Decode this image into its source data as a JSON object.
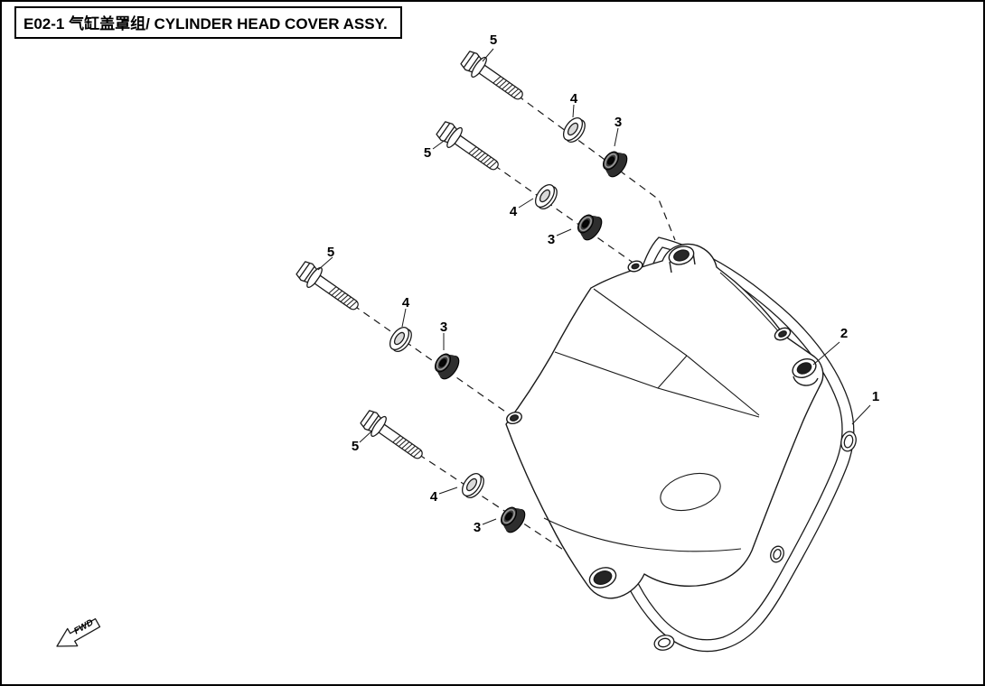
{
  "title": "E02-1 气缸盖罩组/ CYLINDER HEAD COVER ASSY.",
  "fwd_label": "FWD",
  "callouts": {
    "gasket": "1",
    "cover": "2",
    "nut": "3",
    "washer": "4",
    "bolt": "5"
  },
  "colors": {
    "ink": "#1a1a1a",
    "paper": "#ffffff",
    "grommet_dark": "#2e2e2e"
  }
}
